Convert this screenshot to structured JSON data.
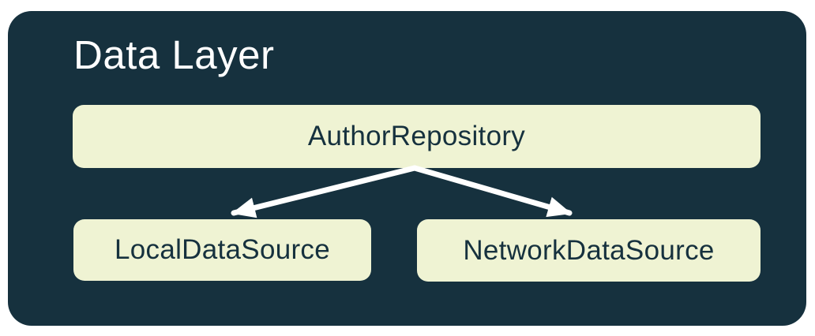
{
  "diagram": {
    "title": "Data Layer",
    "nodes": {
      "repository": {
        "label": "AuthorRepository"
      },
      "local": {
        "label": "LocalDataSource"
      },
      "network": {
        "label": "NetworkDataSource"
      }
    },
    "edges": [
      {
        "from": "AuthorRepository",
        "to": "LocalDataSource",
        "style": "arrow"
      },
      {
        "from": "AuthorRepository",
        "to": "NetworkDataSource",
        "style": "arrow"
      }
    ],
    "colors": {
      "page_background": "#FFFFFF",
      "container_fill": "#16313E",
      "node_fill": "#EFF3D3",
      "node_text": "#16313E",
      "title_text": "#FFFFFF",
      "arrow": "#FFFFFF"
    }
  }
}
